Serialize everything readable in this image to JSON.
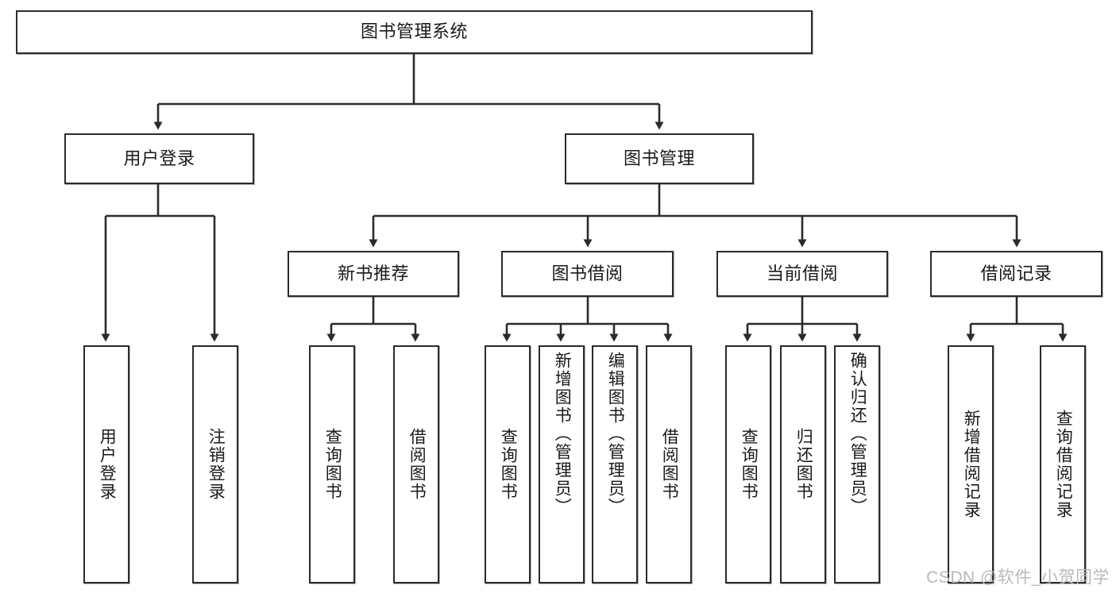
{
  "diagram": {
    "title": "图书管理系统",
    "type": "tree-hierarchy",
    "orientation": "top-down",
    "style": {
      "box_fill": "#ffffff",
      "box_stroke": "#2b2b2b",
      "connector_color": "#2b2b2b",
      "text_color": "#1a1a1a",
      "background": "#ffffff",
      "watermark_color": "#b9b9b9"
    },
    "levels": [
      {
        "level": 1,
        "nodes": [
          {
            "id": "root",
            "label": "图书管理系统",
            "orientation": "horizontal"
          }
        ]
      },
      {
        "level": 2,
        "nodes": [
          {
            "id": "user-login",
            "label": "用户登录",
            "orientation": "horizontal",
            "parent": "root"
          },
          {
            "id": "book-manage",
            "label": "图书管理",
            "orientation": "horizontal",
            "parent": "root"
          }
        ]
      },
      {
        "level": 3,
        "nodes": [
          {
            "id": "new-book-rec",
            "label": "新书推荐",
            "orientation": "horizontal",
            "parent": "book-manage"
          },
          {
            "id": "book-borrow",
            "label": "图书借阅",
            "orientation": "horizontal",
            "parent": "book-manage"
          },
          {
            "id": "current-borrow",
            "label": "当前借阅",
            "orientation": "horizontal",
            "parent": "book-manage"
          },
          {
            "id": "borrow-record",
            "label": "借阅记录",
            "orientation": "horizontal",
            "parent": "book-manage"
          }
        ]
      },
      {
        "level": 4,
        "nodes": [
          {
            "id": "leaf-user-login",
            "label": "用户登录",
            "orientation": "vertical",
            "parent": "user-login"
          },
          {
            "id": "leaf-logout",
            "label": "注销登录",
            "orientation": "vertical",
            "parent": "user-login"
          },
          {
            "id": "leaf-query-book-1",
            "label": "查询图书",
            "orientation": "vertical",
            "parent": "new-book-rec"
          },
          {
            "id": "leaf-borrow-book-1",
            "label": "借阅图书",
            "orientation": "vertical",
            "parent": "new-book-rec"
          },
          {
            "id": "leaf-query-book-2",
            "label": "查询图书",
            "orientation": "vertical",
            "parent": "book-borrow"
          },
          {
            "id": "leaf-add-book",
            "label": "新增图书（管理员）",
            "orientation": "vertical",
            "parent": "book-borrow"
          },
          {
            "id": "leaf-edit-book",
            "label": "编辑图书（管理员）",
            "orientation": "vertical",
            "parent": "book-borrow"
          },
          {
            "id": "leaf-borrow-book-2",
            "label": "借阅图书",
            "orientation": "vertical",
            "parent": "book-borrow"
          },
          {
            "id": "leaf-query-book-3",
            "label": "查询图书",
            "orientation": "vertical",
            "parent": "current-borrow"
          },
          {
            "id": "leaf-return-book",
            "label": "归还图书",
            "orientation": "vertical",
            "parent": "current-borrow"
          },
          {
            "id": "leaf-confirm-return",
            "label": "确认归还（管理员）",
            "orientation": "vertical",
            "parent": "current-borrow"
          },
          {
            "id": "leaf-add-record",
            "label": "新增借阅记录",
            "orientation": "vertical",
            "parent": "borrow-record"
          },
          {
            "id": "leaf-query-record",
            "label": "查询借阅记录",
            "orientation": "vertical",
            "parent": "borrow-record"
          }
        ]
      }
    ]
  },
  "watermark": {
    "text": "CSDN @软件_小贺同学"
  }
}
